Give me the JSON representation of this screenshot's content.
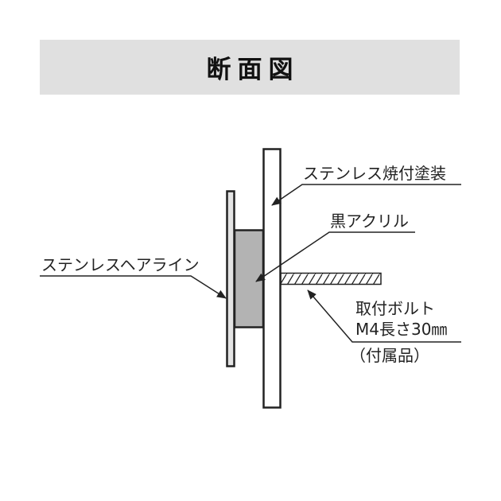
{
  "header": {
    "title": "断面図",
    "background": "#e0e0e0"
  },
  "diagram": {
    "labels": {
      "stainless_baked": "ステンレス焼付塗装",
      "black_acrylic": "黒アクリル",
      "stainless_hairline": "ステンレスヘアライン",
      "bolt_line1": "取付ボルト",
      "bolt_line2": "M4長さ30㎜",
      "bolt_line3": "（付属品）"
    },
    "colors": {
      "outline": "#222222",
      "hairline_plate_fill": "#e4e4e4",
      "acrylic_fill": "#b3b3b3"
    }
  }
}
